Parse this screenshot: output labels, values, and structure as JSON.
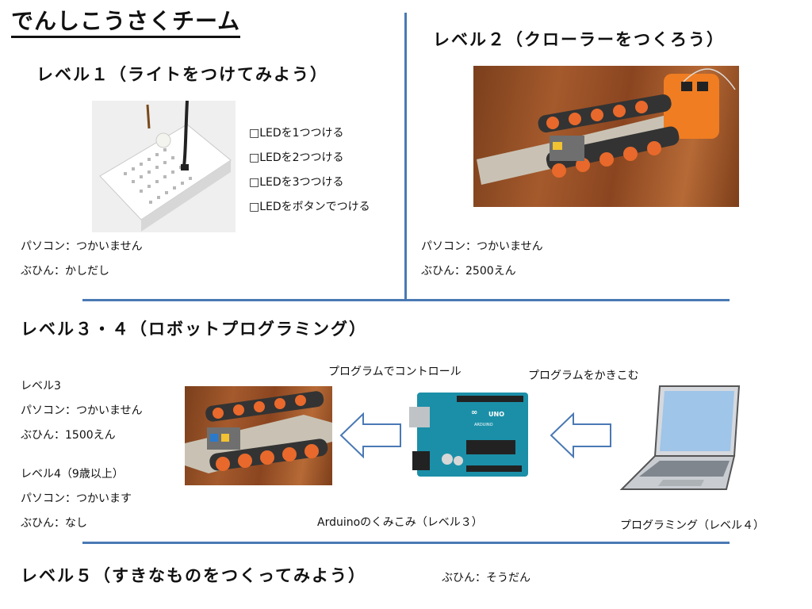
{
  "title": "でんしこうさくチーム",
  "level1": {
    "heading": "レベル１（ライトをつけてみよう）",
    "tasks": [
      "□LEDを1つつける",
      "□LEDを2つつける",
      "□LEDを3つつける",
      "□LEDをボタンでつける"
    ],
    "pc": "パソコン：つかいません",
    "parts": "ぶひん：かしだし"
  },
  "level2": {
    "heading": "レベル２（クローラーをつくろう）",
    "pc": "パソコン：つかいません",
    "parts": "ぶひん：2500えん"
  },
  "level34": {
    "heading": "レベル３・４（ロボットプログラミング）",
    "label_control": "プログラムでコントロール",
    "label_write": "プログラムをかきこむ",
    "label_arduino": "Arduinoのくみこみ（レベル３）",
    "label_programming": "プログラミング（レベル４）",
    "level3": {
      "name": "レベル3",
      "pc": "パソコン：つかいません",
      "parts": "ぶひん：1500えん"
    },
    "level4": {
      "name": "レベル4（9歳以上）",
      "pc": "パソコン：つかいます",
      "parts": "ぶひん：なし"
    },
    "arduino_logo": "ARDUINO",
    "arduino_model": "UNO"
  },
  "level5": {
    "heading": "レベル５（すきなものをつくってみよう）",
    "parts": "ぶひん：そうだん"
  },
  "colors": {
    "divider": "#4a79b4",
    "arduino": "#1b8fa8",
    "crawler_wheels": "#e8692b",
    "battery": "#f07d22"
  },
  "icons": [
    "arrow-left-icon",
    "laptop-icon",
    "arduino-board-icon",
    "breadboard-photo",
    "crawler-photo"
  ]
}
